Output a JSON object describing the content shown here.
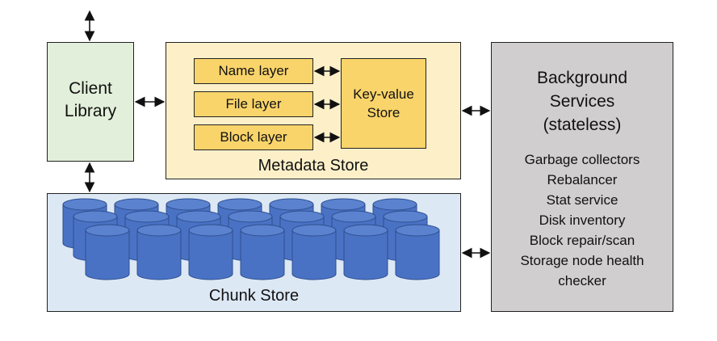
{
  "client_library": {
    "label_line1": "Client",
    "label_line2": "Library"
  },
  "metadata_store": {
    "label": "Metadata Store",
    "layers": [
      "Name layer",
      "File layer",
      "Block layer"
    ],
    "kv_store": {
      "line1": "Key-value",
      "line2": "Store"
    }
  },
  "chunk_store": {
    "label": "Chunk Store"
  },
  "background_services": {
    "title_lines": [
      "Background",
      "Services",
      "(stateless)"
    ],
    "items": [
      "Garbage collectors",
      "Rebalancer",
      "Stat service",
      "Disk inventory",
      "Block repair/scan",
      "Storage node health",
      "checker"
    ]
  },
  "colors": {
    "client_fill": "#e2efda",
    "metadata_fill": "#fdf0c9",
    "layer_fill": "#f9d46a",
    "chunk_fill": "#dde8f5",
    "cylinder_fill": "#4a72c4",
    "services_fill": "#d0cece"
  }
}
